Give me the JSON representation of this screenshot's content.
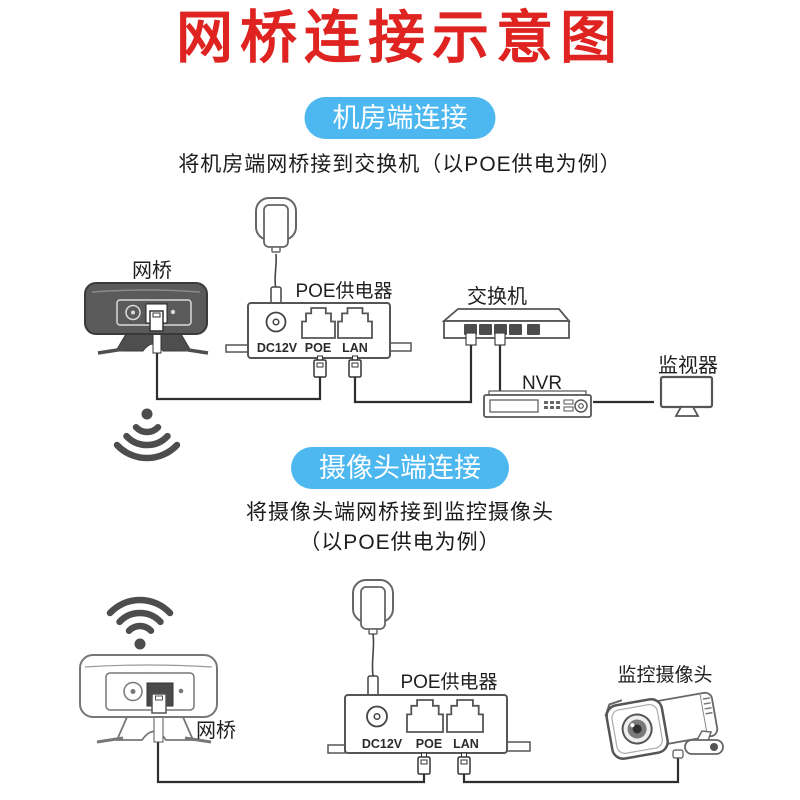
{
  "page": {
    "title": "网桥连接示意图"
  },
  "theme": {
    "title_color": "#de2320",
    "badge_bg": "#4db7f0",
    "badge_text": "#ffffff",
    "line_art": "#555555",
    "wire": "#2e2e2e",
    "bridge_body_dark": "#5a5a5a"
  },
  "icons": {
    "wifi_down": "wifi-signal-down-icon",
    "wifi_up": "wifi-signal-up-icon",
    "power_adapter": "power-adapter-icon"
  },
  "section_room": {
    "badge": "机房端连接",
    "description": "将机房端网桥接到交换机（以POE供电为例）",
    "labels": {
      "bridge": "网桥",
      "poe_injector": "POE供电器",
      "port_dc": "DC12V",
      "port_poe": "POE",
      "port_lan": "LAN",
      "switch": "交换机",
      "nvr": "NVR",
      "monitor": "监视器"
    }
  },
  "section_camera": {
    "badge": "摄像头端连接",
    "description_line1": "将摄像头端网桥接到监控摄像头",
    "description_line2": "（以POE供电为例）",
    "labels": {
      "bridge": "网桥",
      "poe_injector": "POE供电器",
      "port_dc": "DC12V",
      "port_poe": "POE",
      "port_lan": "LAN",
      "camera": "监控摄像头"
    }
  }
}
